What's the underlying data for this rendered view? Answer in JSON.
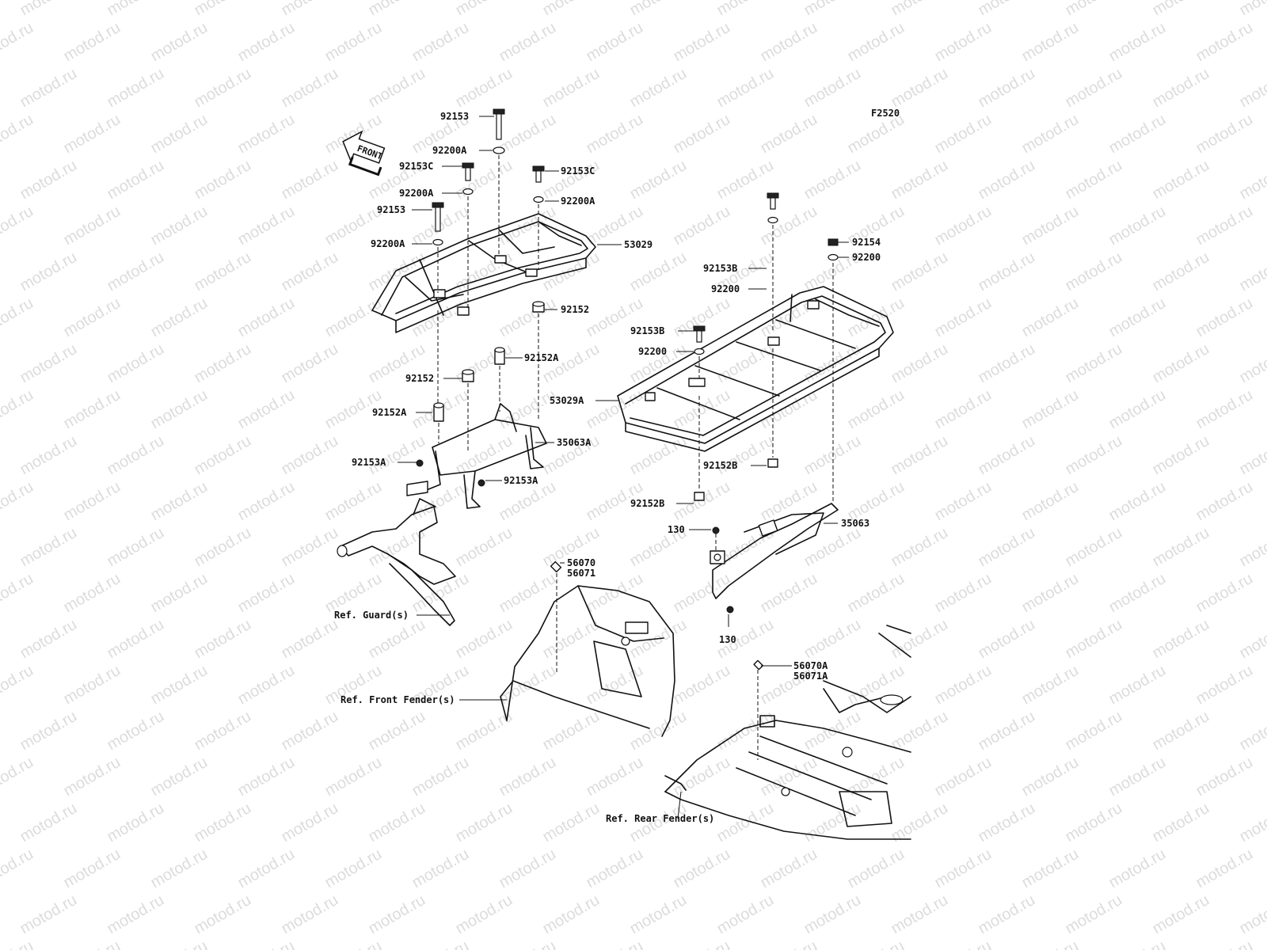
{
  "watermark_text": "motod.ru",
  "figure_code": "F2520",
  "front_arrow_label": "FRONT",
  "callouts": {
    "b92153_top": "92153",
    "w92200A_top": "92200A",
    "b92153C_left": "92153C",
    "w92200A_left": "92200A",
    "b92153C_right": "92153C",
    "w92200A_right": "92200A",
    "b92153_left": "92153",
    "w92200A_left2": "92200A",
    "rack_53029": "53029",
    "c92152_right": "92152",
    "c92152A_mid": "92152A",
    "c92152_left": "92152",
    "c92152A_left": "92152A",
    "bracket_35063A": "35063A",
    "b92153A_left": "92153A",
    "b92153A_mid": "92153A",
    "b92154": "92154",
    "w92200_right": "92200",
    "b92153B_top": "92153B",
    "w92200_top": "92200",
    "b92153B_mid": "92153B",
    "w92200_mid": "92200",
    "rack_53029A": "53029A",
    "c92152B_right": "92152B",
    "c92152B_left": "92152B",
    "bracket_35063": "35063",
    "bolt_130_top": "130",
    "bolt_130_bottom": "130",
    "label_56070": "56070",
    "label_56071": "56071",
    "label_56070A": "56070A",
    "label_56071A": "56071A"
  },
  "references": {
    "guard": "Ref. Guard(s)",
    "front_fender": "Ref. Front Fender(s)",
    "rear_fender": "Ref. Rear Fender(s)"
  }
}
